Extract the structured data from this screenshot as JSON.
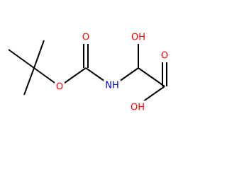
{
  "molecule": {
    "atoms": {
      "ester_o": "O",
      "carbonyl_o": "O",
      "nh": "NH",
      "hydroxyl": "OH",
      "acid_o": "O",
      "acid_oh": "OH"
    },
    "colors": {
      "oxygen": "#ff0000",
      "nitrogen": "#0000ff",
      "bond": "#000000",
      "background": "#ffffff"
    }
  }
}
